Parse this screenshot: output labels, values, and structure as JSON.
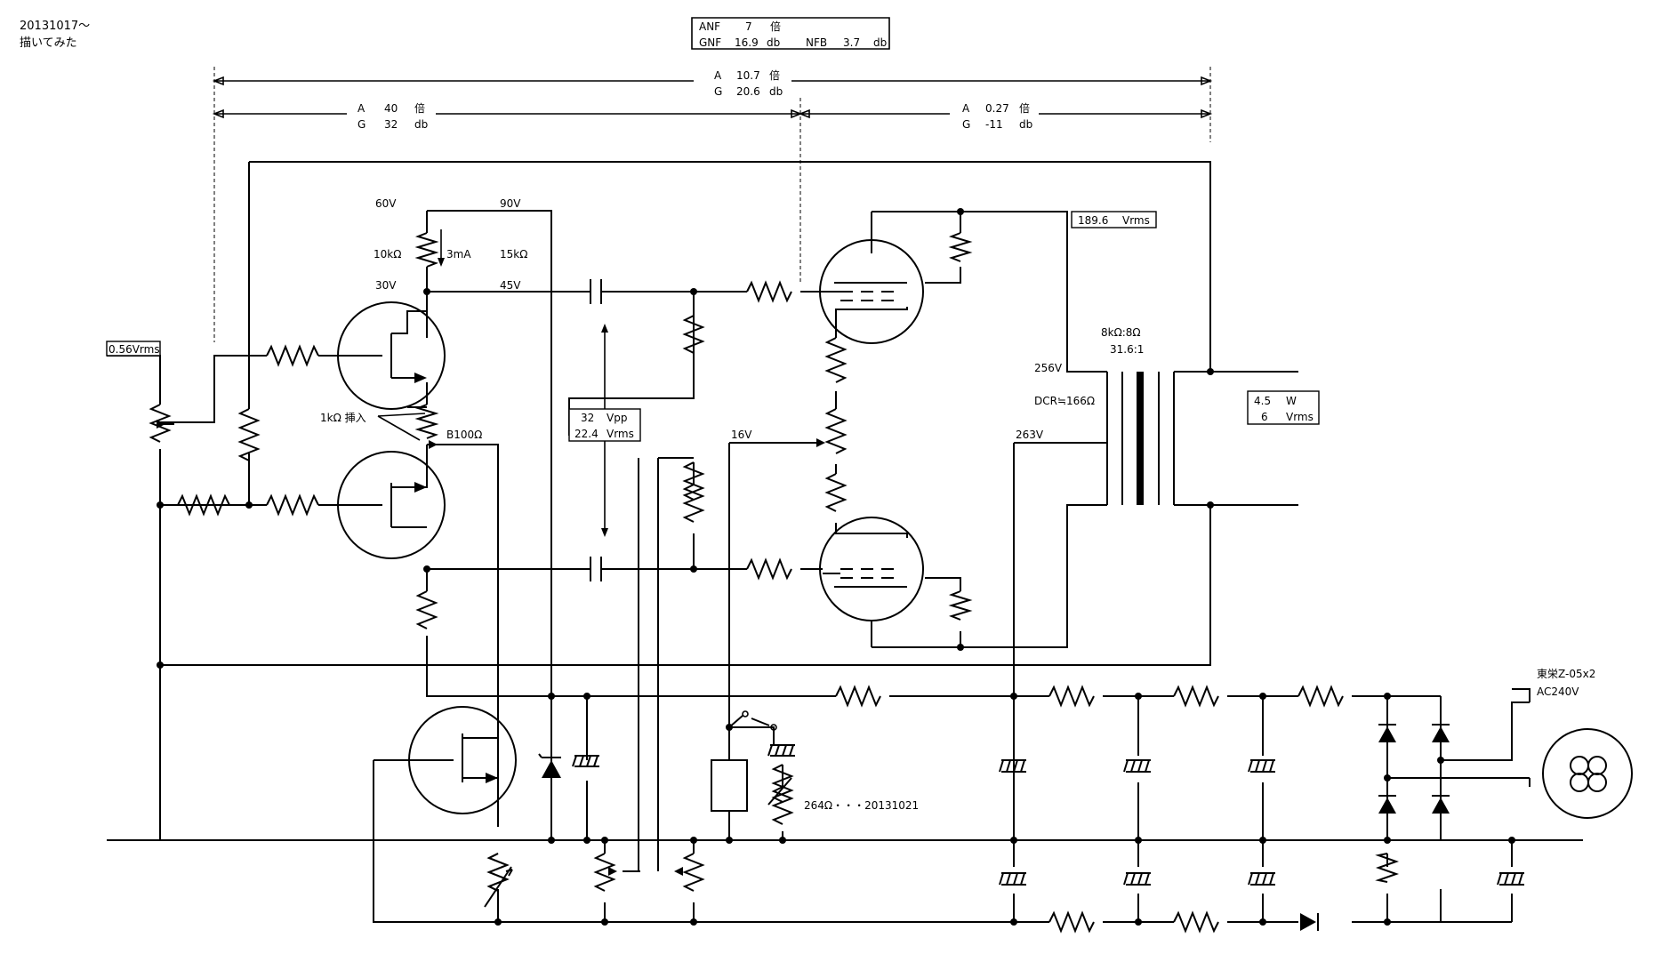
{
  "header": {
    "date": "20131017〜",
    "subtitle": "描いてみた"
  },
  "feedback_box": {
    "anf_label": "ANF",
    "anf_value": "7",
    "anf_unit": "倍",
    "gnf_label": "GNF",
    "gnf_value": "16.9",
    "gnf_unit": "db",
    "nfb_label": "NFB",
    "nfb_value": "3.7",
    "nfb_unit": "db"
  },
  "gain_total": {
    "a_label": "A",
    "a_value": "10.7",
    "a_unit": "倍",
    "g_label": "G",
    "g_value": "20.6",
    "g_unit": "db"
  },
  "gain_stage1": {
    "a_label": "A",
    "a_value": "40",
    "a_unit": "倍",
    "g_label": "G",
    "g_value": "32",
    "g_unit": "db"
  },
  "gain_stage2": {
    "a_label": "A",
    "a_value": "0.27",
    "a_unit": "倍",
    "g_label": "G",
    "g_value": "-11",
    "g_unit": "db"
  },
  "input": {
    "level": "0.56Vrms"
  },
  "voltages": {
    "v60": "60V",
    "v90": "90V",
    "v30": "30V",
    "v45": "45V",
    "v16": "16V",
    "v256": "256V",
    "v263": "263V"
  },
  "components": {
    "r10k": "10kΩ",
    "i3ma": "3mA",
    "r15k": "15kΩ",
    "r1k_insert": "1kΩ 挿入",
    "vr_b100": "B100Ω",
    "r264": "264Ω・・・20131021",
    "transformer_impedance": "8kΩ:8Ω",
    "transformer_ratio": "31.6:1",
    "dcr": "DCR≒166Ω",
    "power_transformer": "東栄Z-05x2",
    "ac_voltage": "AC240V"
  },
  "drive_box": {
    "vpp": "32",
    "vpp_unit": "Vpp",
    "vrms": "22.4",
    "vrms_unit": "Vrms"
  },
  "plate_box": {
    "value": "189.6",
    "unit": "Vrms"
  },
  "output_box": {
    "power": "4.5",
    "power_unit": "W",
    "vrms": "6",
    "vrms_unit": "Vrms"
  }
}
